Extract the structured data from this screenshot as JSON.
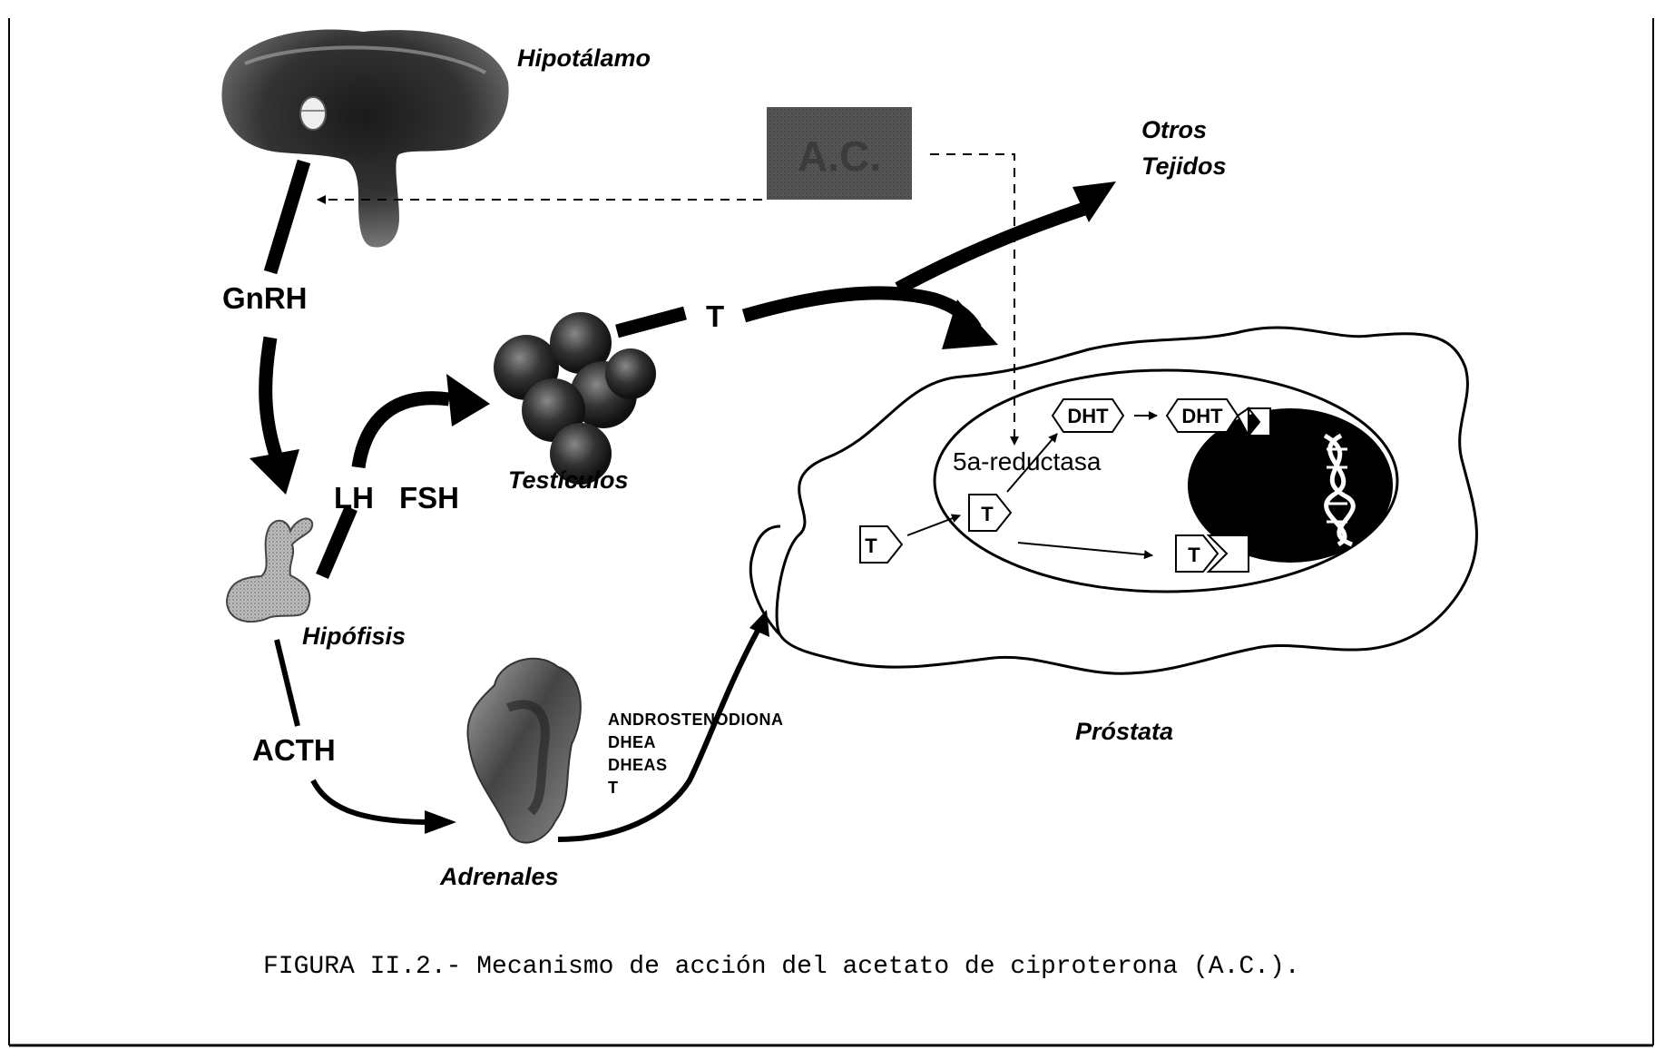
{
  "organs": {
    "hypothalamus": "Hipotálamo",
    "pituitary": "Hipófisis",
    "testes": "Testículos",
    "adrenals": "Adrenales",
    "prostate": "Próstata",
    "other_tissues_line1": "Otros",
    "other_tissues_line2": "Tejidos"
  },
  "hormones": {
    "gnrh": "GnRH",
    "lh": "LH",
    "fsh": "FSH",
    "acth": "ACTH",
    "t": "T"
  },
  "adrenal_androgens": [
    "ANDROSTENODIONA",
    "DHEA",
    "DHEAS",
    "T"
  ],
  "drug": "A.C.",
  "cell": {
    "enzyme": "5a-reductasa",
    "t_label": "T",
    "dht_label": "DHT"
  },
  "caption": "FIGURA II.2.- Mecanismo de acción del acetato de ciproterona (A.C.)."
}
